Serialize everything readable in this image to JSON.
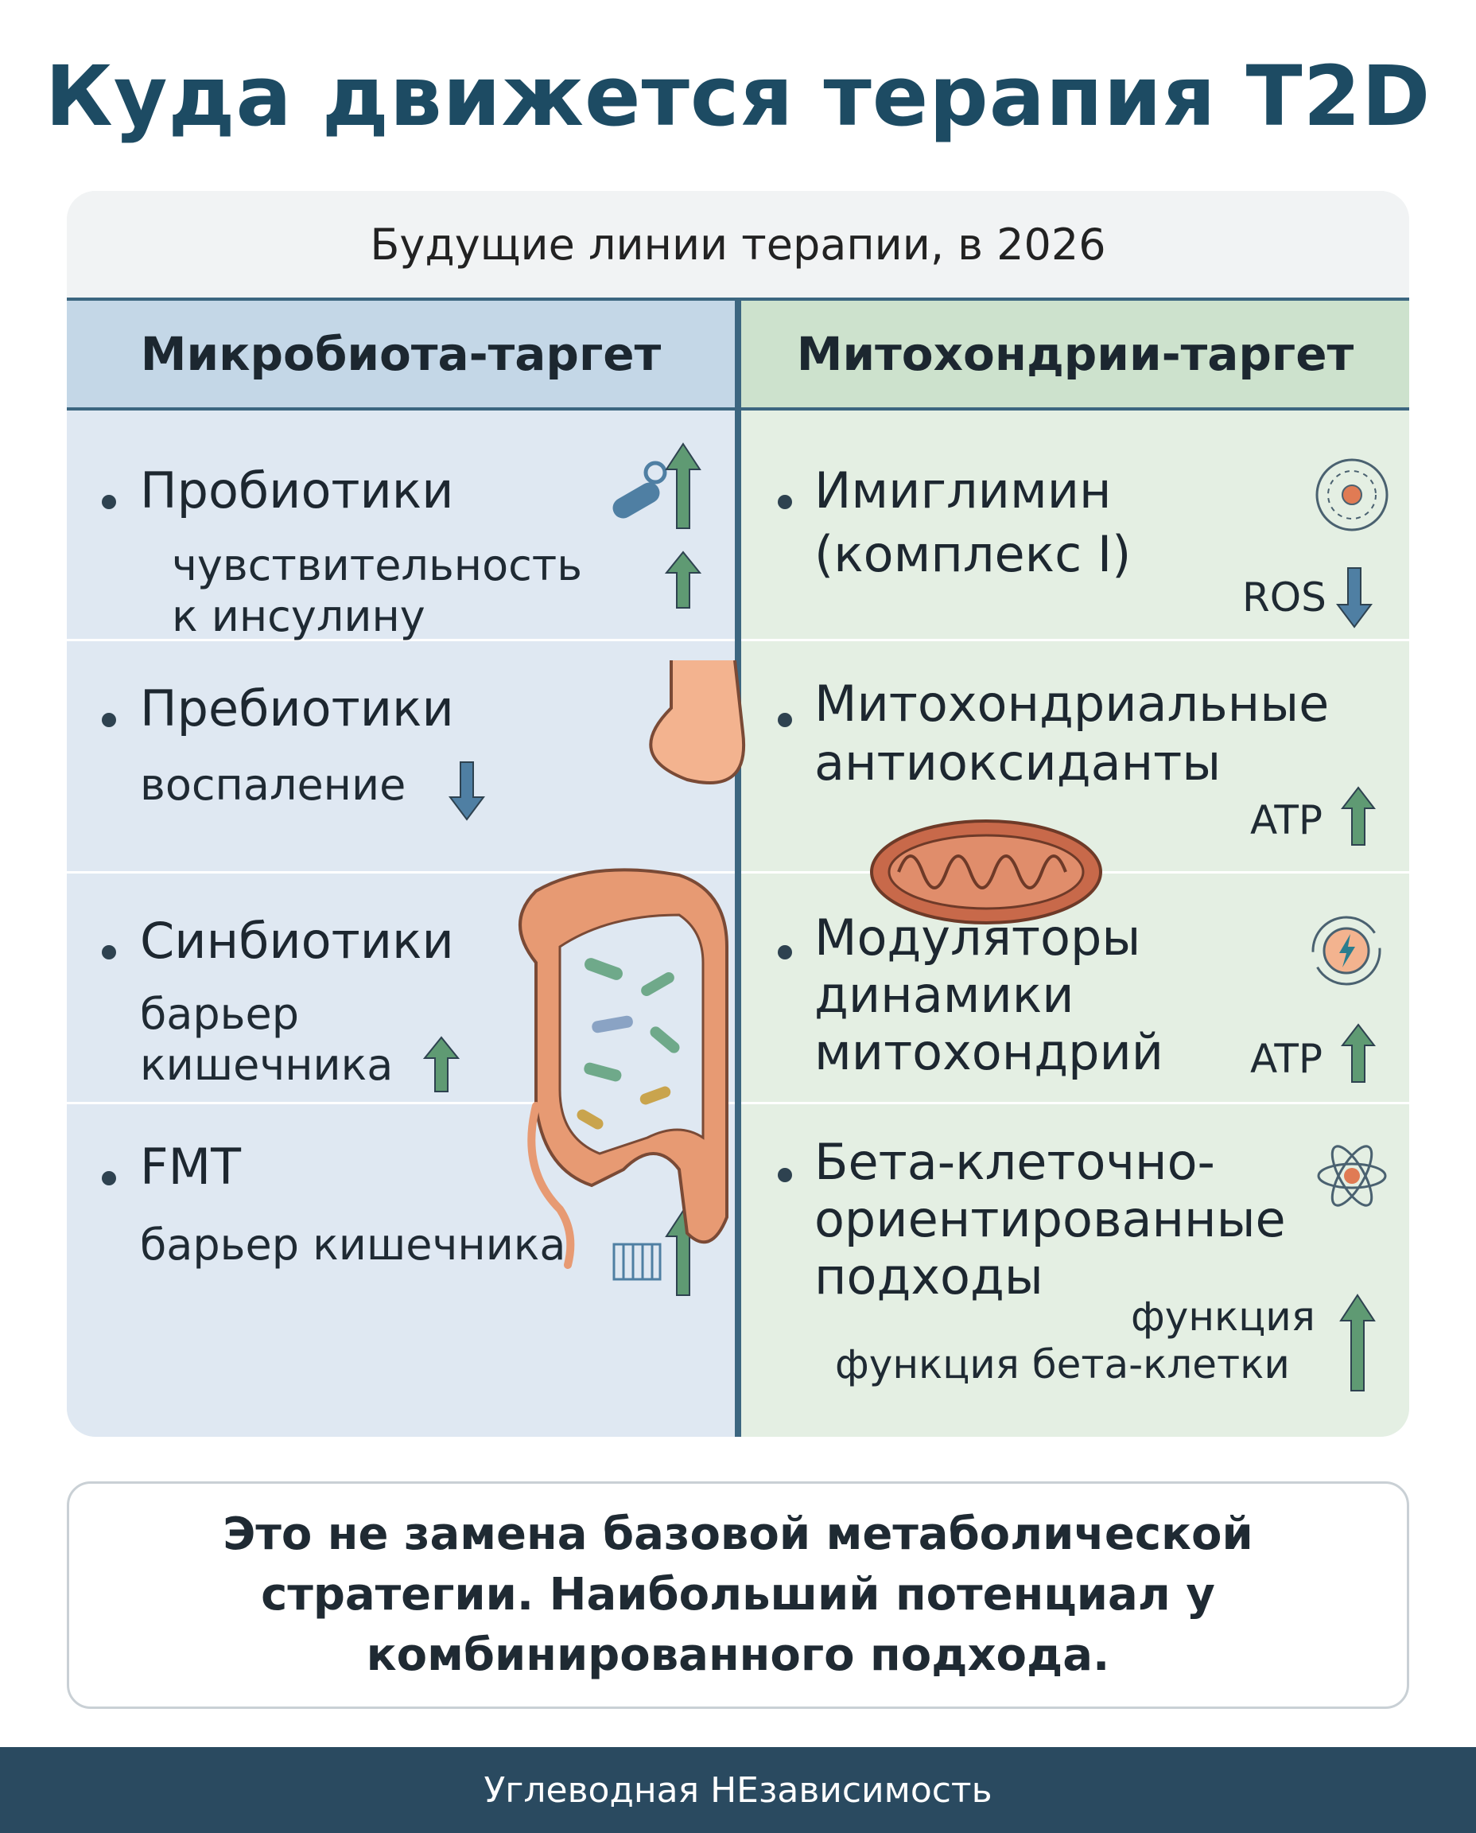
{
  "title": "Куда движется терапия T2D",
  "subtitle": "Будущие линии терапии, в 2026",
  "left_column": {
    "header": "Микробиота-таргет",
    "items": [
      {
        "title": "Пробиотики",
        "note_line1": "чувствительность",
        "note_line2": "к инсулину",
        "trend": "up"
      },
      {
        "title": "Пребиотики",
        "note_line1": "воспаление",
        "trend": "down"
      },
      {
        "title": "Синбиотики",
        "note_line1": "барьер",
        "note_line2": "кишечника",
        "trend": "up"
      },
      {
        "title": "FMT",
        "note_line1": "барьер кишечника",
        "trend": "up"
      }
    ]
  },
  "right_column": {
    "header": "Митохондрии-таргет",
    "items": [
      {
        "title_line1": "Имиглимин",
        "title_line2": "(комплекс I)",
        "metric": "ROS",
        "trend": "down"
      },
      {
        "title_line1": "Митохондриальные",
        "title_line2": "антиоксиданты",
        "metric": "ATP",
        "trend": "up"
      },
      {
        "title_line1": "Модуляторы",
        "title_line2": "динамики",
        "title_line3": "митохондрий",
        "metric": "ATP",
        "trend": "up"
      },
      {
        "title_line1": "Бета-клеточно-",
        "title_line2": "ориентированные",
        "title_line3": "подходы",
        "metric_line1": "функция",
        "metric_line2": "функция бета-клетки",
        "trend": "up"
      }
    ]
  },
  "footer_note": "Это не замена базовой метаболической стратегии. Наибольший потенциал у комбинированного подхода.",
  "brand": "Углеводная НЕзависимость",
  "colors": {
    "title": "#1d4b63",
    "arrow_up": "#5f9a73",
    "arrow_down": "#4f7fa3",
    "gut": "#e79a73",
    "bacteria": "#6fa98a",
    "brand_bar": "#2a4a60"
  }
}
